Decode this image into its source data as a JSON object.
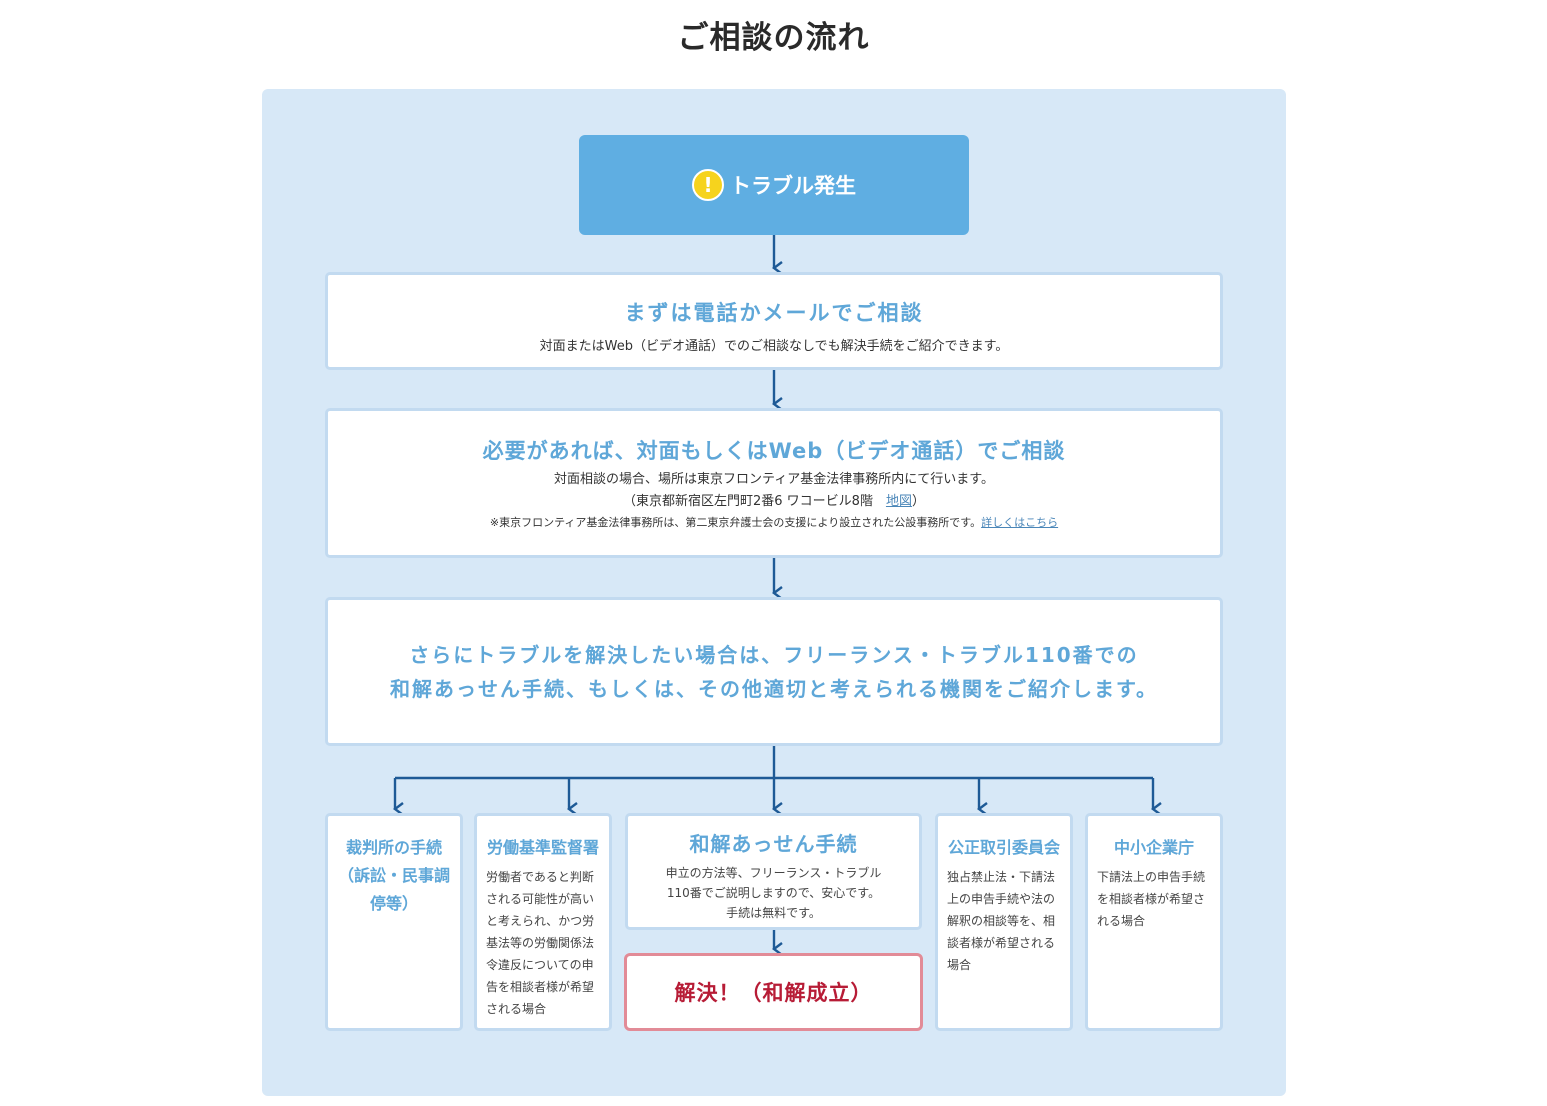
{
  "page_title": "ご相談の流れ",
  "start": {
    "label": "トラブル発生",
    "icon": "warning-icon",
    "icon_glyph": "!"
  },
  "step1": {
    "title": "まずは電話かメールでご相談",
    "desc": "対面またはWeb（ビデオ通話）でのご相談なしでも解決手続をご紹介できます。"
  },
  "step2": {
    "title": "必要があれば、対面もしくはWeb（ビデオ通話）でご相談",
    "line1": "対面相談の場合、場所は東京フロンティア基金法律事務所内にて行います。",
    "line2_prefix": "（東京都新宿区左門町2番6 ワコービル8階　",
    "map_link": "地図",
    "line2_suffix": "）",
    "note": "※東京フロンティア基金法律事務所は、第二東京弁護士会の支援により設立された公設事務所です。",
    "detail_link": "詳しくはこちら"
  },
  "step3": {
    "line1": "さらにトラブルを解決したい場合は、フリーランス・トラブル110番での",
    "line2": "和解あっせん手続、もしくは、その他適切と考えられる機関をご紹介します。"
  },
  "branches": {
    "courts": {
      "title": "裁判所の手続（訴訟・民事調停等）"
    },
    "labor": {
      "title": "労働基準監督署",
      "desc": "労働者であると判断される可能性が高いと考えられ、かつ労基法等の労働関係法令違反についての申告を相談者様が希望される場合"
    },
    "mediation": {
      "title": "和解あっせん手続",
      "desc1": "申立の方法等、フリーランス・トラブル",
      "desc2": "110番でご説明しますので、安心です。",
      "desc3": "手続は無料です。"
    },
    "fair_trade": {
      "title": "公正取引委員会",
      "desc": "独占禁止法・下請法上の申告手続や法の解釈の相談等を、相談者様が希望される場合"
    },
    "sme_agency": {
      "title": "中小企業庁",
      "desc": "下請法上の申告手続を相談者様が希望される場合"
    }
  },
  "resolved": {
    "label": "解決！（和解成立）"
  },
  "colors": {
    "panel_bg": "#d7e8f7",
    "box_border": "#c2daf0",
    "start_bg": "#5faee2",
    "title_blue": "#5fa7d8",
    "arrow": "#1e5a96",
    "resolved_border": "#e28b97",
    "resolved_text": "#b71c36",
    "warning_yellow": "#f6d31d"
  }
}
